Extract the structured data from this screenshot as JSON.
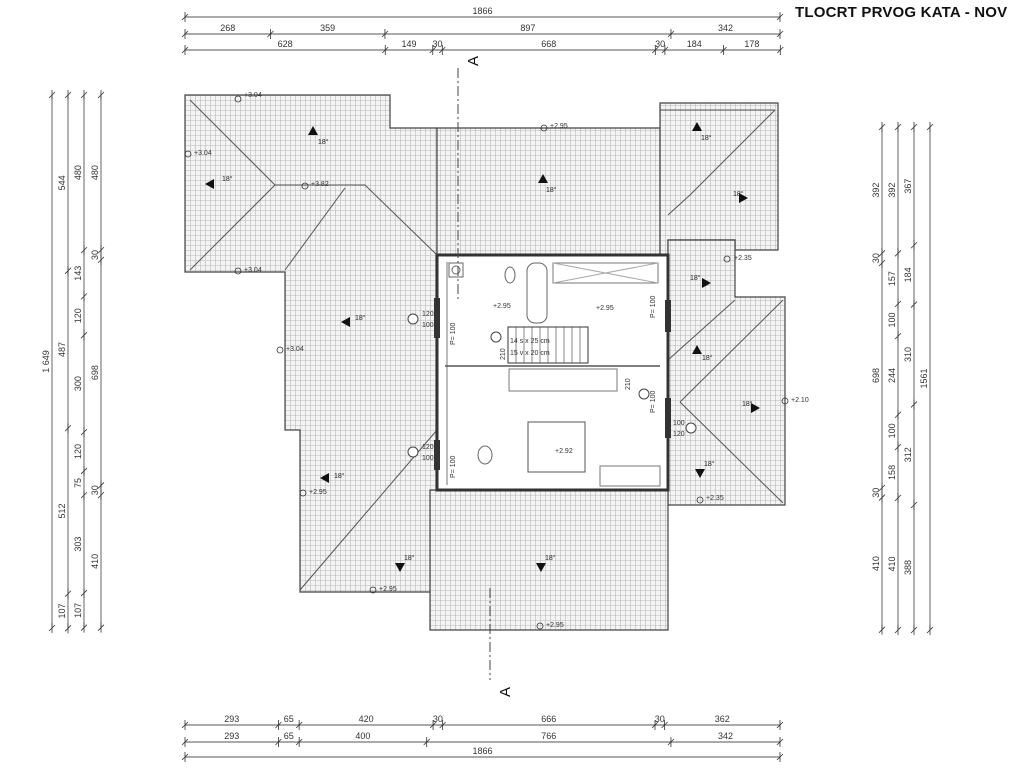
{
  "title": "TLOCRT PRVOG KATA - NOV",
  "section_marker": "A",
  "dimensions": {
    "top": [
      {
        "row": "overall",
        "values": [
          1866
        ]
      },
      {
        "row": "middle",
        "values": [
          268,
          359,
          897,
          342
        ]
      },
      {
        "row": "inner",
        "values": [
          628,
          149,
          30,
          668,
          30,
          184,
          178
        ]
      }
    ],
    "bottom": [
      {
        "row": "inner",
        "values": [
          293,
          65,
          420,
          30,
          666,
          30,
          362
        ]
      },
      {
        "row": "middle",
        "values": [
          293,
          65,
          400,
          766,
          342
        ]
      },
      {
        "row": "overall",
        "values": [
          1866
        ]
      }
    ],
    "left": [
      {
        "col": "overall",
        "values": [
          1649
        ],
        "labels": [
          "1 649"
        ]
      },
      {
        "col": "2",
        "values": [
          544,
          487,
          512,
          107
        ]
      },
      {
        "col": "3",
        "values": [
          480,
          143,
          120,
          300,
          120,
          75,
          303,
          107
        ]
      },
      {
        "col": "4",
        "values": [
          480,
          30,
          698,
          30,
          410
        ]
      }
    ],
    "right": [
      {
        "col": "1",
        "values": [
          392,
          30,
          698,
          30,
          410
        ]
      },
      {
        "col": "2",
        "values": [
          392,
          157,
          100,
          244,
          100,
          158,
          410
        ]
      },
      {
        "col": "3",
        "values": [
          367,
          184,
          310,
          312,
          388
        ]
      },
      {
        "col": "overall",
        "values": [
          1561
        ]
      }
    ]
  },
  "roof": {
    "slope_label": "18°",
    "elevations": [
      "+3.04",
      "+3.04",
      "+3.82",
      "+3.04",
      "+3.04",
      "+2.95",
      "+2.95",
      "+2.95",
      "+2.95",
      "+2.35",
      "+2.10",
      "+2.35"
    ]
  },
  "interior": {
    "floor_elevations": [
      "+2.95",
      "+2.95",
      "+2.92"
    ],
    "stairs": [
      "14 s x 25 cm",
      "15 v x 20 cm"
    ],
    "door_height": "210",
    "parapet": "P= 100",
    "window_top": "120",
    "window_bottom": "100"
  }
}
